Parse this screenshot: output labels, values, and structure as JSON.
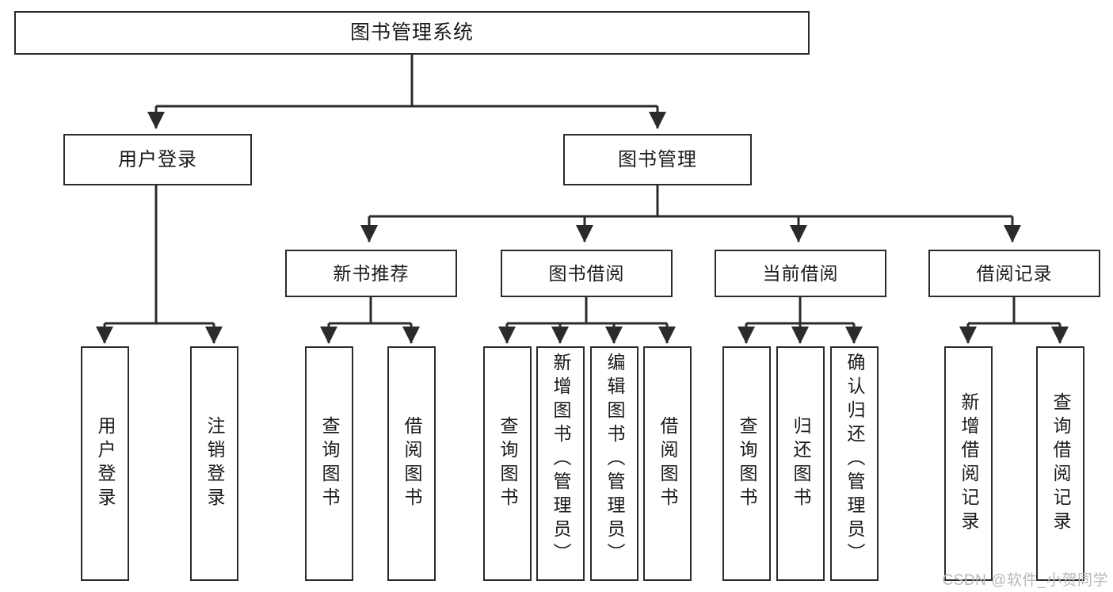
{
  "diagram": {
    "type": "tree-hierarchy",
    "title": "图书管理系统",
    "watermark": "CSDN @软件_小贺同学",
    "colors": {
      "stroke": "#2b2b2b",
      "fill": "#ffffff",
      "text": "#1a1a1a",
      "watermark": "#b8b8b8"
    },
    "nodes": [
      {
        "id": "root",
        "label": "图书管理系统",
        "level": 0,
        "orientation": "horizontal"
      },
      {
        "id": "user-login",
        "label": "用户登录",
        "level": 1,
        "orientation": "horizontal"
      },
      {
        "id": "book-manage",
        "label": "图书管理",
        "level": 1,
        "orientation": "horizontal"
      },
      {
        "id": "new-book-rec",
        "label": "新书推荐",
        "level": 2,
        "orientation": "horizontal"
      },
      {
        "id": "book-borrow",
        "label": "图书借阅",
        "level": 2,
        "orientation": "horizontal"
      },
      {
        "id": "current-borrow",
        "label": "当前借阅",
        "level": 2,
        "orientation": "horizontal"
      },
      {
        "id": "borrow-record",
        "label": "借阅记录",
        "level": 2,
        "orientation": "horizontal"
      },
      {
        "id": "leaf-1",
        "label": "用户登录",
        "level": 3,
        "orientation": "vertical",
        "parent": "user-login"
      },
      {
        "id": "leaf-2",
        "label": "注销登录",
        "level": 3,
        "orientation": "vertical",
        "parent": "user-login"
      },
      {
        "id": "leaf-3",
        "label": "查询图书",
        "level": 3,
        "orientation": "vertical",
        "parent": "new-book-rec"
      },
      {
        "id": "leaf-4",
        "label": "借阅图书",
        "level": 3,
        "orientation": "vertical",
        "parent": "new-book-rec"
      },
      {
        "id": "leaf-5",
        "label": "查询图书",
        "level": 3,
        "orientation": "vertical",
        "parent": "book-borrow"
      },
      {
        "id": "leaf-6",
        "label": "新增图书（管理员）",
        "level": 3,
        "orientation": "vertical",
        "parent": "book-borrow"
      },
      {
        "id": "leaf-7",
        "label": "编辑图书（管理员）",
        "level": 3,
        "orientation": "vertical",
        "parent": "book-borrow"
      },
      {
        "id": "leaf-8",
        "label": "借阅图书",
        "level": 3,
        "orientation": "vertical",
        "parent": "book-borrow"
      },
      {
        "id": "leaf-9",
        "label": "查询图书",
        "level": 3,
        "orientation": "vertical",
        "parent": "current-borrow"
      },
      {
        "id": "leaf-10",
        "label": "归还图书",
        "level": 3,
        "orientation": "vertical",
        "parent": "current-borrow"
      },
      {
        "id": "leaf-11",
        "label": "确认归还（管理员）",
        "level": 3,
        "orientation": "vertical",
        "parent": "current-borrow"
      },
      {
        "id": "leaf-12",
        "label": "新增借阅记录",
        "level": 3,
        "orientation": "vertical",
        "parent": "borrow-record"
      },
      {
        "id": "leaf-13",
        "label": "查询借阅记录",
        "level": 3,
        "orientation": "vertical",
        "parent": "borrow-record"
      }
    ],
    "edges": [
      {
        "from": "root",
        "to": "user-login"
      },
      {
        "from": "root",
        "to": "book-manage"
      },
      {
        "from": "book-manage",
        "to": "new-book-rec"
      },
      {
        "from": "book-manage",
        "to": "book-borrow"
      },
      {
        "from": "book-manage",
        "to": "current-borrow"
      },
      {
        "from": "book-manage",
        "to": "borrow-record"
      },
      {
        "from": "user-login",
        "to": "leaf-1"
      },
      {
        "from": "user-login",
        "to": "leaf-2"
      },
      {
        "from": "new-book-rec",
        "to": "leaf-3"
      },
      {
        "from": "new-book-rec",
        "to": "leaf-4"
      },
      {
        "from": "book-borrow",
        "to": "leaf-5"
      },
      {
        "from": "book-borrow",
        "to": "leaf-6"
      },
      {
        "from": "book-borrow",
        "to": "leaf-7"
      },
      {
        "from": "book-borrow",
        "to": "leaf-8"
      },
      {
        "from": "current-borrow",
        "to": "leaf-9"
      },
      {
        "from": "current-borrow",
        "to": "leaf-10"
      },
      {
        "from": "current-borrow",
        "to": "leaf-11"
      },
      {
        "from": "borrow-record",
        "to": "leaf-12"
      },
      {
        "from": "borrow-record",
        "to": "leaf-13"
      }
    ]
  }
}
